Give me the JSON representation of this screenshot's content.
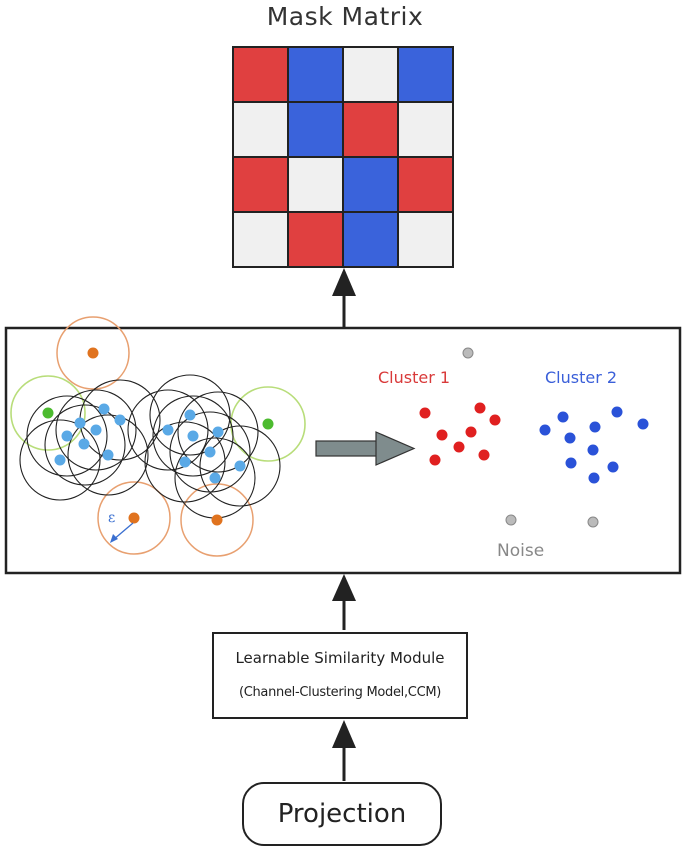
{
  "mask_matrix": {
    "title": "Mask Matrix",
    "colors": {
      "R": "#e04040",
      "B": "#3a63db",
      "W": "#f0f0f0"
    },
    "cells": [
      [
        "R",
        "B",
        "W",
        "B"
      ],
      [
        "W",
        "B",
        "R",
        "W"
      ],
      [
        "R",
        "W",
        "B",
        "R"
      ],
      [
        "W",
        "R",
        "B",
        "W"
      ]
    ]
  },
  "clustering_panel": {
    "epsilon_symbol": "ε",
    "cluster1_label": "Cluster 1",
    "cluster2_label": "Cluster 2",
    "noise_label": "Noise",
    "colors": {
      "core": "#5aa9e6",
      "border": "#4cbb2f",
      "outlier": "#e0731f",
      "cluster1": "#e02020",
      "cluster2": "#2a52d8",
      "noise": "#bbbbbb",
      "arrow": "#7f8c8d"
    }
  },
  "similarity_module": {
    "line1": "Learnable Similarity Module",
    "line2": "(Channel-Clustering Model,CCM)"
  },
  "projection": {
    "label": "Projection"
  }
}
